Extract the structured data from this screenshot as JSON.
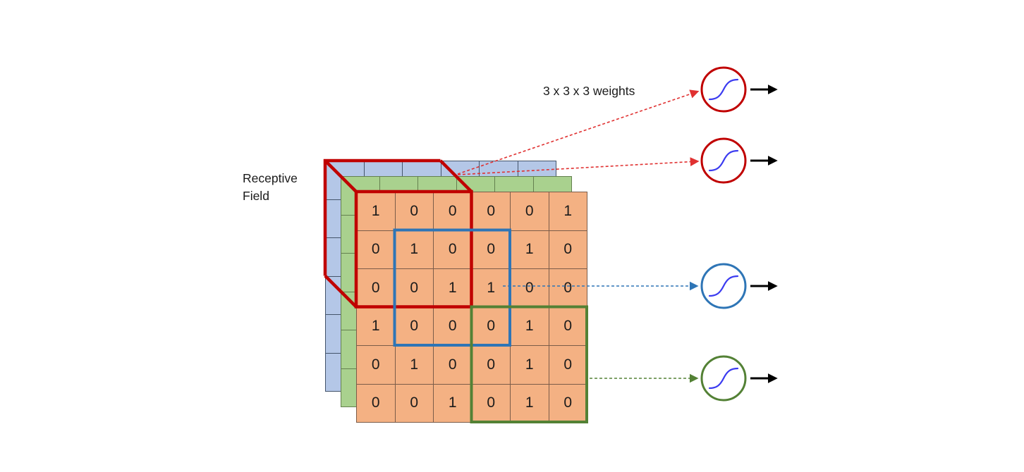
{
  "diagram": {
    "weights_label": "3 x 3 x 3 weights",
    "receptive_field_label": {
      "line1": "Receptive",
      "line2": "Field"
    }
  },
  "grids": {
    "blue": {
      "name": "input-channel-blue",
      "rows": 6,
      "cols": 6
    },
    "green": {
      "name": "input-channel-green",
      "rows": 6,
      "cols": 6
    },
    "orange": {
      "name": "input-channel-orange",
      "rows": 6,
      "cols": 6,
      "values": [
        [
          "1",
          "0",
          "0",
          "0",
          "0",
          "1"
        ],
        [
          "0",
          "1",
          "0",
          "0",
          "1",
          "0"
        ],
        [
          "0",
          "0",
          "1",
          "1",
          "0",
          "0"
        ],
        [
          "1",
          "0",
          "0",
          "0",
          "1",
          "0"
        ],
        [
          "0",
          "1",
          "0",
          "0",
          "1",
          "0"
        ],
        [
          "0",
          "0",
          "1",
          "0",
          "1",
          "0"
        ]
      ]
    }
  },
  "colors": {
    "blue_fill": "#B4C7E7",
    "blue_border": "#44546A",
    "green_fill": "#A9D18E",
    "green_border": "#64804F",
    "orange_fill": "#F4B183",
    "orange_border": "#7B5C49",
    "red": "#C00000",
    "red_dash": "#E03131",
    "kernel_blue": "#2E75B6",
    "kernel_green": "#538135",
    "sigmoid": "#3B3BF0",
    "arrow_black": "#000000",
    "text": "#1A1A1A"
  },
  "neurons": [
    {
      "id": "neuron-1",
      "icon": "sigmoid-activation",
      "border": "red"
    },
    {
      "id": "neuron-2",
      "icon": "sigmoid-activation",
      "border": "red"
    },
    {
      "id": "neuron-3",
      "icon": "sigmoid-activation",
      "border": "kernel_blue"
    },
    {
      "id": "neuron-4",
      "icon": "sigmoid-activation",
      "border": "kernel_green"
    }
  ]
}
